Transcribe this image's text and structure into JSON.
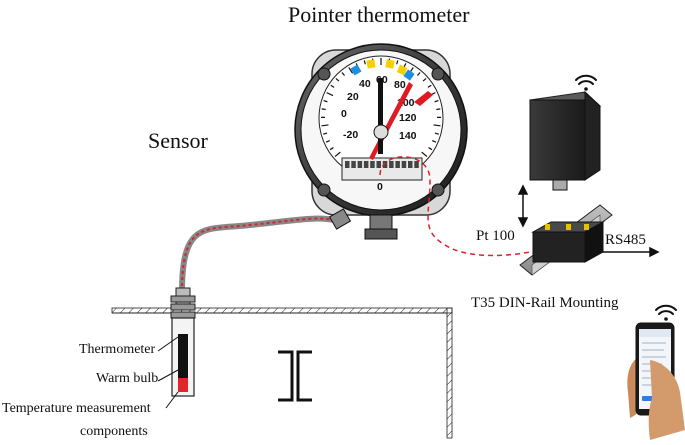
{
  "title": "Pointer thermometer",
  "sensor_label": "Sensor",
  "gauge": {
    "scale_labels": [
      "-20",
      "0",
      "20",
      "40",
      "60",
      "80",
      "100",
      "120",
      "140"
    ],
    "center_mark": "0"
  },
  "signal": {
    "pt_label": "Pt 100",
    "rs_label": "RS485",
    "mount_label": "T35 DIN-Rail Mounting"
  },
  "parts": {
    "thermometer": "Thermometer",
    "warm_bulb": "Warm bulb",
    "components_line1": "Temperature measurement",
    "components_line2": "components"
  },
  "colors": {
    "pointer": "#e01a22",
    "cable_dash": "#d9232d",
    "marker_blue": "#1e8fe0",
    "marker_yellow": "#f5d000",
    "bulb_fill": "#e0262b",
    "module_dark": "#2b2b2b"
  },
  "icons": [
    "wifi-icon",
    "wifi-icon-phone",
    "bidirectional-arrow-icon",
    "signal-arrow-icon",
    "beam-symbol-icon"
  ]
}
